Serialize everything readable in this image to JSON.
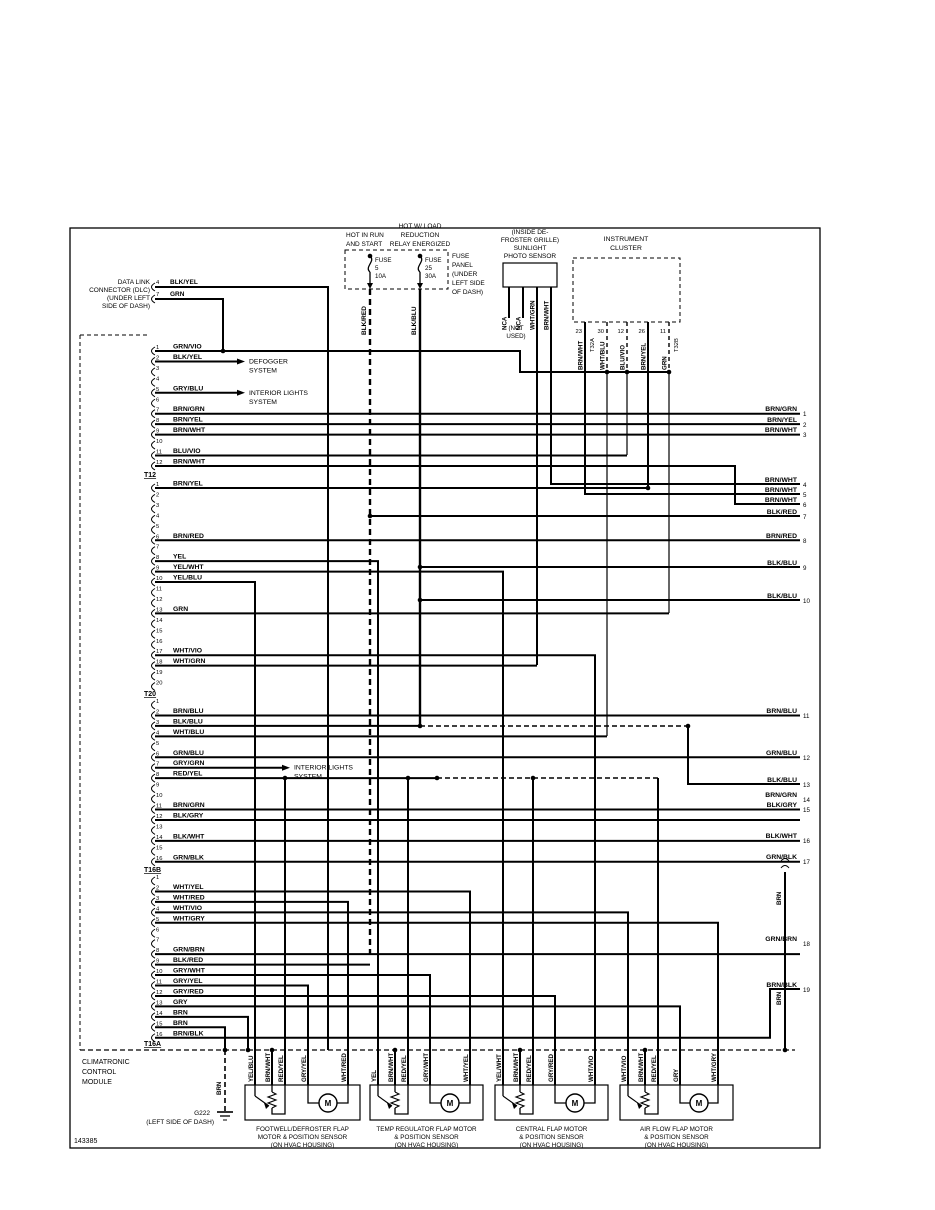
{
  "diagram": {
    "sheet_id": "143385",
    "module": {
      "name_lines": [
        "CLIMATRONIC",
        "CONTROL",
        "MODULE"
      ],
      "connectors": [
        {
          "label": "T12",
          "pin_count": 12,
          "pins": {
            "1": "GRN/VIO",
            "2": "BLK/YEL",
            "5": "GRY/BLU",
            "7": "BRN/GRN",
            "8": "BRN/YEL",
            "9": "BRN/WHT",
            "11": "BLU/VIO",
            "12": "BRN/WHT"
          }
        },
        {
          "label": "T20",
          "pin_count": 20,
          "pins": {
            "1": "BRN/YEL",
            "6": "BRN/RED",
            "8": "YEL",
            "9": "YEL/WHT",
            "10": "YEL/BLU",
            "13": "GRN",
            "17": "WHT/VIO",
            "18": "WHT/GRN"
          }
        },
        {
          "label": "T16B",
          "pin_count": 16,
          "pins": {
            "2": "BRN/BLU",
            "3": "BLK/BLU",
            "4": "WHT/BLU",
            "6": "GRN/BLU",
            "7": "GRY/GRN",
            "8": "RED/YEL",
            "11": "BRN/GRN",
            "12": "BLK/GRY",
            "14": "BLK/WHT",
            "16": "GRN/BLK"
          }
        },
        {
          "label": "T16A",
          "pin_count": 16,
          "pins": {
            "2": "WHT/YEL",
            "3": "WHT/RED",
            "4": "WHT/VIO",
            "5": "WHT/GRY",
            "8": "GRN/BRN",
            "9": "BLK/RED",
            "10": "GRY/WHT",
            "11": "GRY/YEL",
            "12": "GRY/RED",
            "13": "GRY",
            "14": "BRN",
            "15": "BRN",
            "16": "BRN/BLK"
          }
        }
      ]
    },
    "dlc": {
      "label_lines": [
        "DATA LINK",
        "CONNECTOR (DLC)",
        "(UNDER LEFT",
        "SIDE OF DASH)"
      ],
      "pins": [
        {
          "pin": "4",
          "wire": "BLK/YEL"
        },
        {
          "pin": "7",
          "wire": "GRN"
        }
      ]
    },
    "fuse_box": {
      "fuses": [
        {
          "title_lines": [
            "HOT IN RUN",
            "AND START"
          ],
          "label": "FUSE",
          "number": "5",
          "rating": "10A",
          "wire": "BLK/RED"
        },
        {
          "title_lines": [
            "HOT W/ LOAD",
            "REDUCTION",
            "RELAY ENERGIZED"
          ],
          "label": "FUSE",
          "number": "25",
          "rating": "30A",
          "wire": "BLK/BLU"
        }
      ],
      "panel_note_lines": [
        "FUSE",
        "PANEL",
        "(UNDER",
        "LEFT SIDE",
        "OF DASH)"
      ]
    },
    "photo_sensor": {
      "title_lines": [
        "(INSIDE DE-",
        "FROSTER GRILLE)",
        "SUNLIGHT",
        "PHOTO SENSOR"
      ],
      "pin_wires": [
        "NCA",
        "NCA",
        "WHT/GRN",
        "BRN/WHT"
      ],
      "note_lines": [
        "(NOT",
        "USED)"
      ]
    },
    "cluster": {
      "title_lines": [
        "INSTRUMENT",
        "CLUSTER"
      ],
      "pins": [
        {
          "pin": "23",
          "conn": "T32A",
          "wire": "BRN/WHT"
        },
        {
          "pin": "30",
          "conn": "",
          "wire": "WHT/BLU"
        },
        {
          "pin": "12",
          "conn": "",
          "wire": "BLU/VIO"
        },
        {
          "pin": "26",
          "conn": "",
          "wire": "BRN/YEL"
        },
        {
          "pin": "11",
          "conn": "T32B",
          "wire": "GRN"
        }
      ]
    },
    "branch_targets": {
      "defogger_lines": [
        "DEFOGGER",
        "SYSTEM"
      ],
      "interior_lights_lines": [
        "INTERIOR LIGHTS",
        "SYSTEM"
      ]
    },
    "right_edge": [
      {
        "n": "1",
        "wire": "BRN/GRN"
      },
      {
        "n": "2",
        "wire": "BRN/YEL"
      },
      {
        "n": "3",
        "wire": "BRN/WHT"
      },
      {
        "n": "4",
        "wire": "BRN/WHT"
      },
      {
        "n": "5",
        "wire": "BRN/WHT"
      },
      {
        "n": "6",
        "wire": "BRN/WHT"
      },
      {
        "n": "7",
        "wire": "BLK/RED"
      },
      {
        "n": "8",
        "wire": "BRN/RED"
      },
      {
        "n": "9",
        "wire": "BLK/BLU"
      },
      {
        "n": "10",
        "wire": "BLK/BLU"
      },
      {
        "n": "11",
        "wire": "BRN/BLU"
      },
      {
        "n": "12",
        "wire": "GRN/BLU"
      },
      {
        "n": "13",
        "wire": "BLK/BLU"
      },
      {
        "n": "14",
        "wire": "BRN/GRN"
      },
      {
        "n": "15",
        "wire": "BLK/GRY"
      },
      {
        "n": "16",
        "wire": "BLK/WHT"
      },
      {
        "n": "17",
        "wire": "GRN/BLK"
      },
      {
        "n": "18",
        "wire": "GRN/BRN"
      },
      {
        "n": "19",
        "wire": "BRN/BLK"
      }
    ],
    "motors": [
      {
        "label_lines": [
          "FOOTWELL/DEFROSTER FLAP",
          "MOTOR & POSITION SENSOR",
          "(ON HVAC HOUSING)"
        ],
        "wires": [
          "YEL/BLU",
          "BRN/WHT",
          "RED/YEL",
          "GRY/YEL",
          "WHT/RED"
        ]
      },
      {
        "label_lines": [
          "TEMP REGULATOR FLAP MOTOR",
          "& POSITION SENSOR",
          "(ON HVAC HOUSING)"
        ],
        "wires": [
          "YEL",
          "BRN/WHT",
          "RED/YEL",
          "GRY/WHT",
          "WHT/YEL"
        ]
      },
      {
        "label_lines": [
          "CENTRAL FLAP MOTOR",
          "& POSITION SENSOR",
          "(ON HVAC HOUSING)"
        ],
        "wires": [
          "YEL/WHT",
          "BRN/WHT",
          "RED/YEL",
          "GRY/RED",
          "WHT/VIO"
        ]
      },
      {
        "label_lines": [
          "AIR FLOW FLAP MOTOR",
          "& POSITION SENSOR",
          "(ON HVAC HOUSING)"
        ],
        "wires": [
          "WHT/VIO",
          "BRN/WHT",
          "RED/YEL",
          "GRY",
          "WHT/GRY"
        ]
      }
    ],
    "ground": {
      "name": "G222",
      "loc_line": "(LEFT SIDE OF DASH)",
      "wire": "BRN"
    },
    "labels": {
      "brn": "BRN",
      "motor_letter": "M"
    }
  }
}
